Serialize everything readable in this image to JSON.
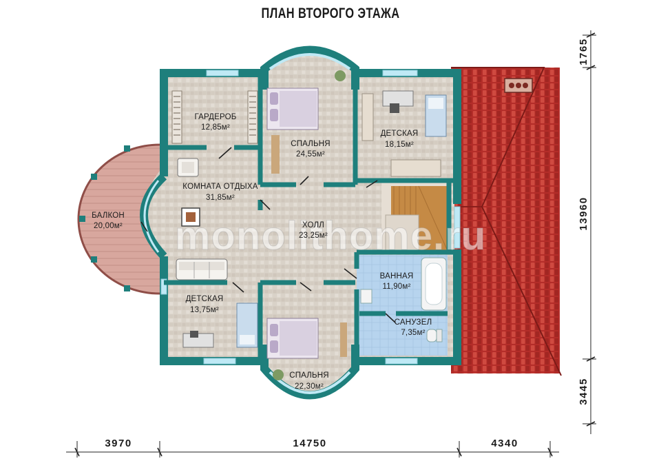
{
  "title": "ПЛАН ВТОРОГО ЭТАЖА",
  "watermark": "monolithome.ru",
  "rooms": {
    "garderob": {
      "name": "ГАРДЕРОБ",
      "area": "12,85м²"
    },
    "spalnya_top": {
      "name": "СПАЛЬНЯ",
      "area": "24,55м²"
    },
    "detskaya_top": {
      "name": "ДЕТСКАЯ",
      "area": "18,15м²"
    },
    "komnata": {
      "name": "КОМНАТА ОТДЫХА",
      "area": "31,85м²"
    },
    "balkon": {
      "name": "БАЛКОН",
      "area": "20,00м²"
    },
    "holl": {
      "name": "ХОЛЛ",
      "area": "23,25м²"
    },
    "vannaya": {
      "name": "ВАННАЯ",
      "area": "11,90м²"
    },
    "sanuzel": {
      "name": "САНУЗЕЛ",
      "area": "7,35м²"
    },
    "detskaya_bottom": {
      "name": "ДЕТСКАЯ",
      "area": "13,75м²"
    },
    "spalnya_bottom": {
      "name": "СПАЛЬНЯ",
      "area": "22,30м²"
    }
  },
  "dimensions": {
    "bottom": [
      "3970",
      "14750",
      "4340"
    ],
    "right": [
      "1765",
      "13960",
      "3445"
    ]
  },
  "colors": {
    "wall": "#1e7f7c",
    "floor": "#d7d0c7",
    "roof": "#b9312c",
    "bath_tile": "#a9c9e6",
    "window": "#bfe9f5"
  }
}
